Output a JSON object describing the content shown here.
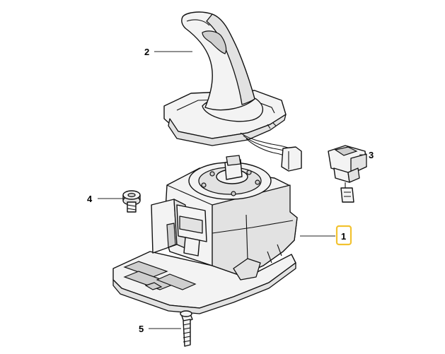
{
  "callouts": [
    {
      "id": "2",
      "label": "2"
    },
    {
      "id": "3",
      "label": "3"
    },
    {
      "id": "4",
      "label": "4"
    },
    {
      "id": "1",
      "label": "1",
      "highlighted": true
    },
    {
      "id": "5",
      "label": "5"
    }
  ],
  "colors": {
    "highlight": "#f2c230",
    "line": "#111111",
    "fill": "#f3f3f3",
    "background": "#ffffff"
  }
}
